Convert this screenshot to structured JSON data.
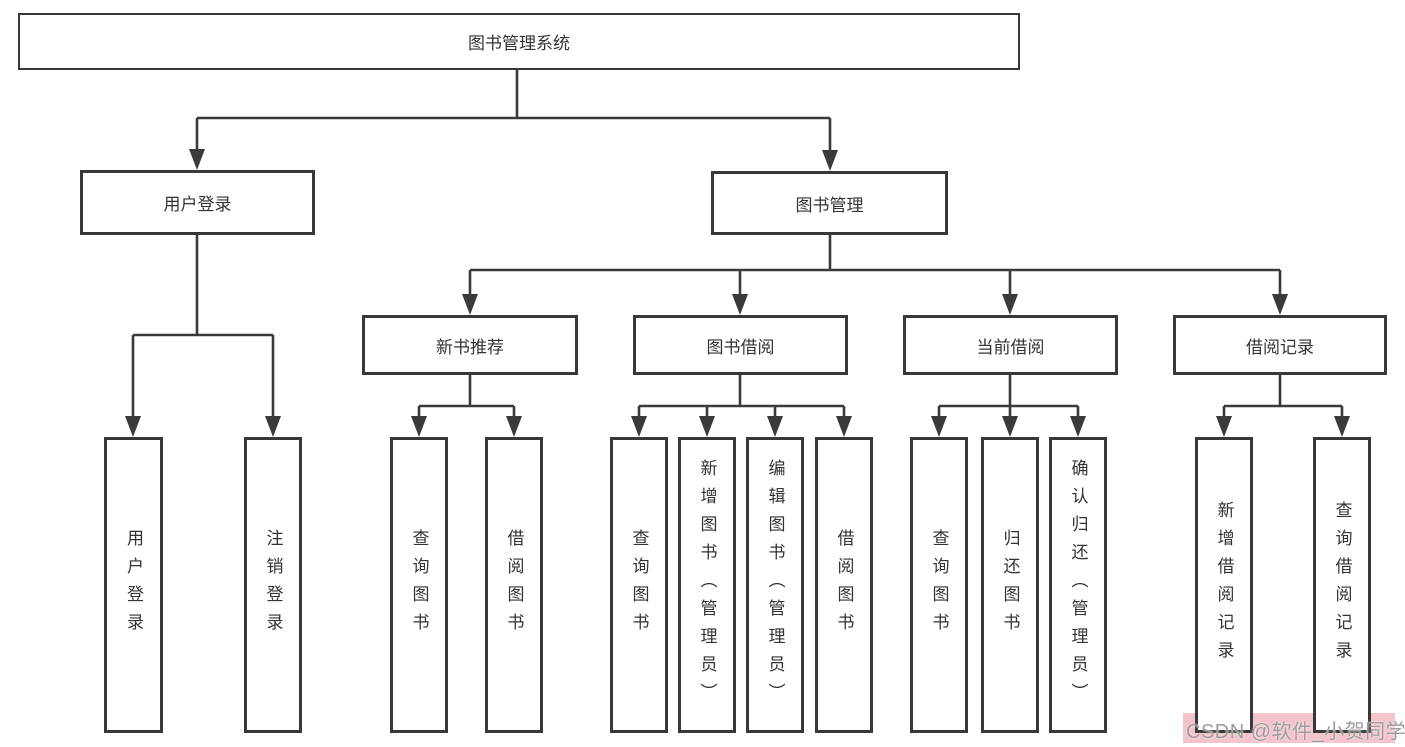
{
  "diagram": {
    "root": {
      "label": "图书管理系统"
    },
    "branches": {
      "user_login": {
        "label": "用户登录",
        "children": [
          {
            "label": "用户登录"
          },
          {
            "label": "注销登录"
          }
        ]
      },
      "book_management": {
        "label": "图书管理"
      }
    },
    "modules": [
      {
        "label": "新书推荐",
        "children": [
          {
            "label": "查询图书"
          },
          {
            "label": "借阅图书"
          }
        ]
      },
      {
        "label": "图书借阅",
        "children": [
          {
            "label": "查询图书"
          },
          {
            "label": "新增图书（管理员）"
          },
          {
            "label": "编辑图书（管理员）"
          },
          {
            "label": "借阅图书"
          }
        ]
      },
      {
        "label": "当前借阅",
        "children": [
          {
            "label": "查询图书"
          },
          {
            "label": "归还图书"
          },
          {
            "label": "确认归还（管理员）"
          }
        ]
      },
      {
        "label": "借阅记录",
        "children": [
          {
            "label": "新增借阅记录"
          },
          {
            "label": "查询借阅记录"
          }
        ]
      }
    ]
  },
  "watermark": {
    "text": "CSDN @软件_小贺同学"
  },
  "colors": {
    "background": "#ffffff",
    "line": "#3a3a3a",
    "box_border": "#383838",
    "text": "#333333",
    "watermark_text": "#9c9c9c",
    "watermark_band": "#f4c4cd"
  }
}
